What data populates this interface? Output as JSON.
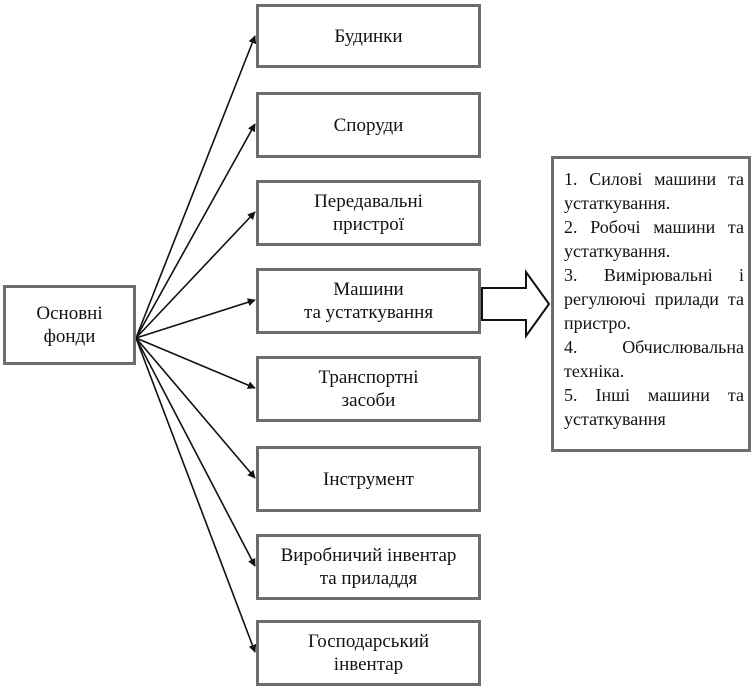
{
  "source": {
    "label": "Основні\nфонди"
  },
  "categories": [
    {
      "id": "buildings",
      "label": "Будинки"
    },
    {
      "id": "structures",
      "label": "Споруди"
    },
    {
      "id": "transmission",
      "label": "Передавальні\nпристрої"
    },
    {
      "id": "machines",
      "label": "Машини\nта устаткування"
    },
    {
      "id": "transport",
      "label": "Транспортні\nзасоби"
    },
    {
      "id": "tools",
      "label": "Інструмент"
    },
    {
      "id": "production_inventory",
      "label": "Виробничий інвентар\nта приладдя"
    },
    {
      "id": "household_inventory",
      "label": "Господарський\nінвентар"
    }
  ],
  "machines_detail": {
    "items": [
      "1. Силові машини та устаткування.",
      "2. Робочі машини та устаткування.",
      "3. Вимірювальні і регулюючі прилади та пристро.",
      "4. Обчислювальна техніка.",
      "5. Інші машини та устаткування"
    ]
  },
  "colors": {
    "border": "#6d6d6d",
    "arrow": "#111111",
    "text": "#111111",
    "background": "#ffffff"
  }
}
